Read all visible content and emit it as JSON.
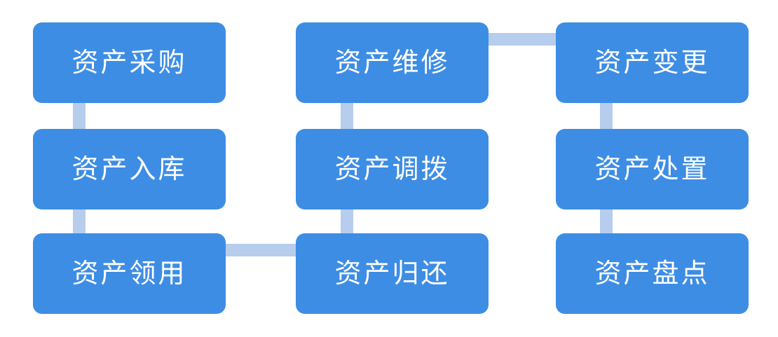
{
  "colors": {
    "node_fill": "#3d8de4",
    "node_text": "#ffffff",
    "connector": "#b7cdee",
    "background": "#ffffff"
  },
  "nodes": [
    {
      "id": "asset-procurement",
      "label": "资产采购",
      "row": 1,
      "col": 1
    },
    {
      "id": "asset-repair",
      "label": "资产维修",
      "row": 1,
      "col": 2
    },
    {
      "id": "asset-change",
      "label": "资产变更",
      "row": 1,
      "col": 3
    },
    {
      "id": "asset-warehousing",
      "label": "资产入库",
      "row": 2,
      "col": 1
    },
    {
      "id": "asset-transfer",
      "label": "资产调拨",
      "row": 2,
      "col": 2
    },
    {
      "id": "asset-disposal",
      "label": "资产处置",
      "row": 2,
      "col": 3
    },
    {
      "id": "asset-requisition",
      "label": "资产领用",
      "row": 3,
      "col": 1
    },
    {
      "id": "asset-return",
      "label": "资产归还",
      "row": 3,
      "col": 2
    },
    {
      "id": "asset-inventory",
      "label": "资产盘点",
      "row": 3,
      "col": 3
    }
  ],
  "edges": [
    {
      "from": "资产采购",
      "to": "资产入库",
      "orientation": "vertical"
    },
    {
      "from": "资产入库",
      "to": "资产领用",
      "orientation": "vertical"
    },
    {
      "from": "资产领用",
      "to": "资产归还",
      "orientation": "horizontal"
    },
    {
      "from": "资产维修",
      "to": "资产调拨",
      "orientation": "vertical"
    },
    {
      "from": "资产调拨",
      "to": "资产归还",
      "orientation": "vertical"
    },
    {
      "from": "资产维修",
      "to": "资产变更",
      "orientation": "horizontal"
    },
    {
      "from": "资产变更",
      "to": "资产处置",
      "orientation": "vertical"
    },
    {
      "from": "资产处置",
      "to": "资产盘点",
      "orientation": "vertical"
    }
  ]
}
